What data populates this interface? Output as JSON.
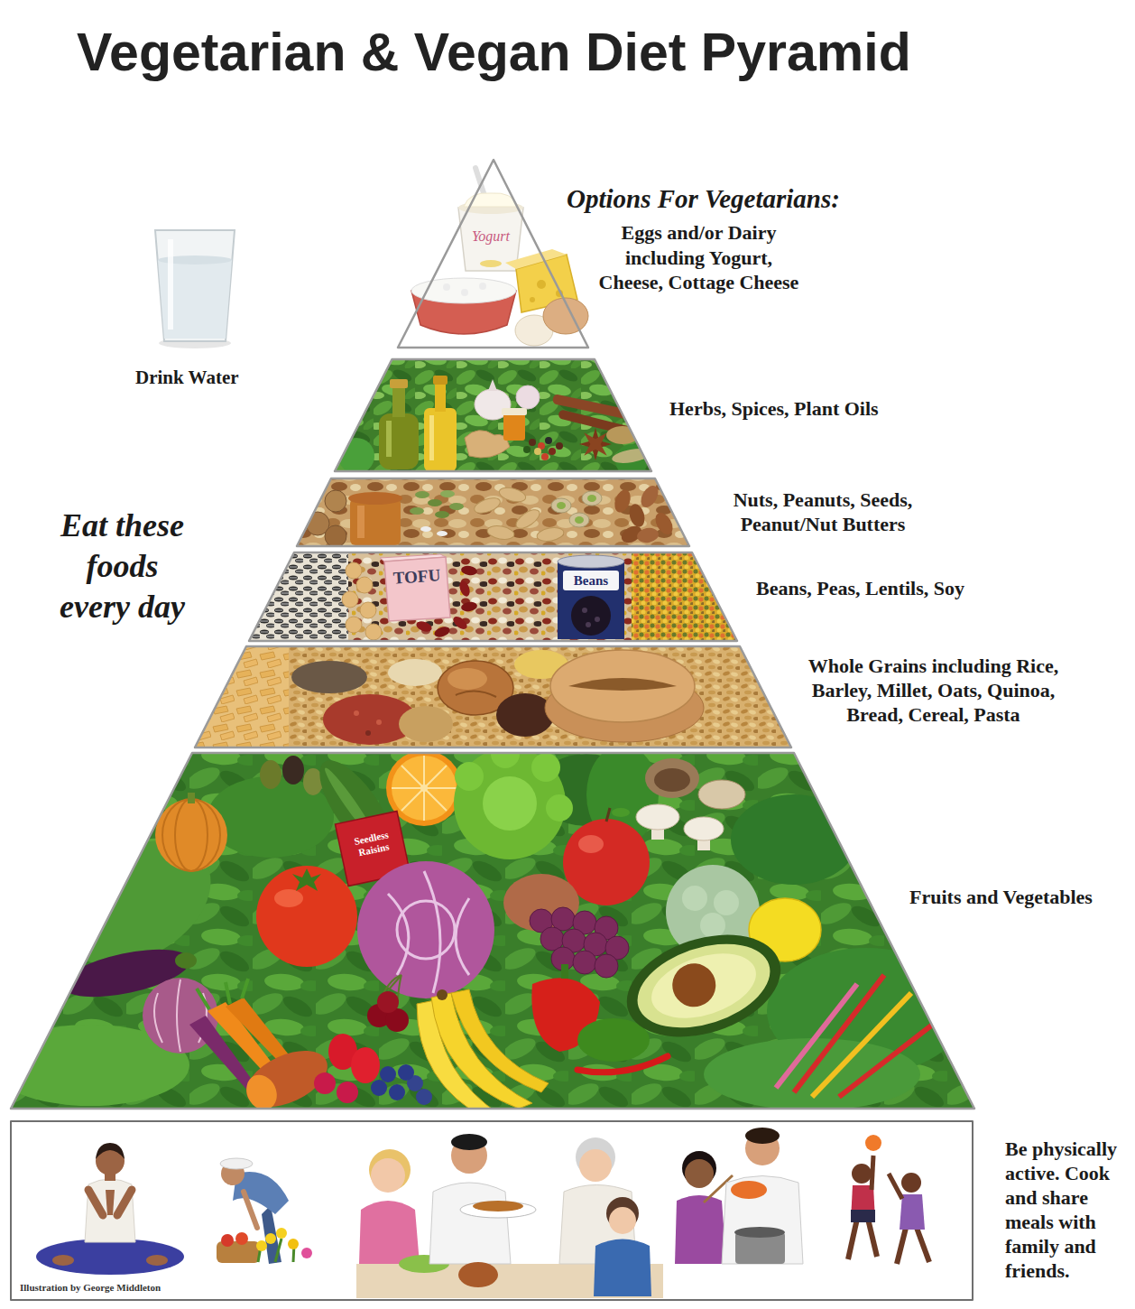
{
  "diagram": {
    "title": "Vegetarian & Vegan Diet Pyramid",
    "nodes": [
      {
        "text": [
          "Options For Vegetarians:",
          "Eggs and/or Dairy including Yogurt, Cheese, Cottage Cheese"
        ]
      },
      {
        "text": [
          "Herbs, Spices, Plant Oils"
        ]
      },
      {
        "text": [
          "Nuts, Peanuts, Seeds, Peanut/Nut Butters"
        ]
      },
      {
        "text": [
          "Beans, Peas, Lentils, Soy"
        ]
      },
      {
        "text": [
          "Whole Grains including Rice, Barley, Millet, Oats, Quinoa, Bread, Cereal, Pasta"
        ]
      },
      {
        "text": [
          "Fruits and Vegetables"
        ]
      },
      {
        "text": [
          "Be physically active. Cook and share meals with family and friends."
        ]
      }
    ],
    "labels": [
      "Drink Water",
      "Eat these foods every day",
      "Yogurt",
      "TOFU",
      "Beans",
      "Seedless Raisins",
      "Illustration by George Middleton"
    ]
  }
}
